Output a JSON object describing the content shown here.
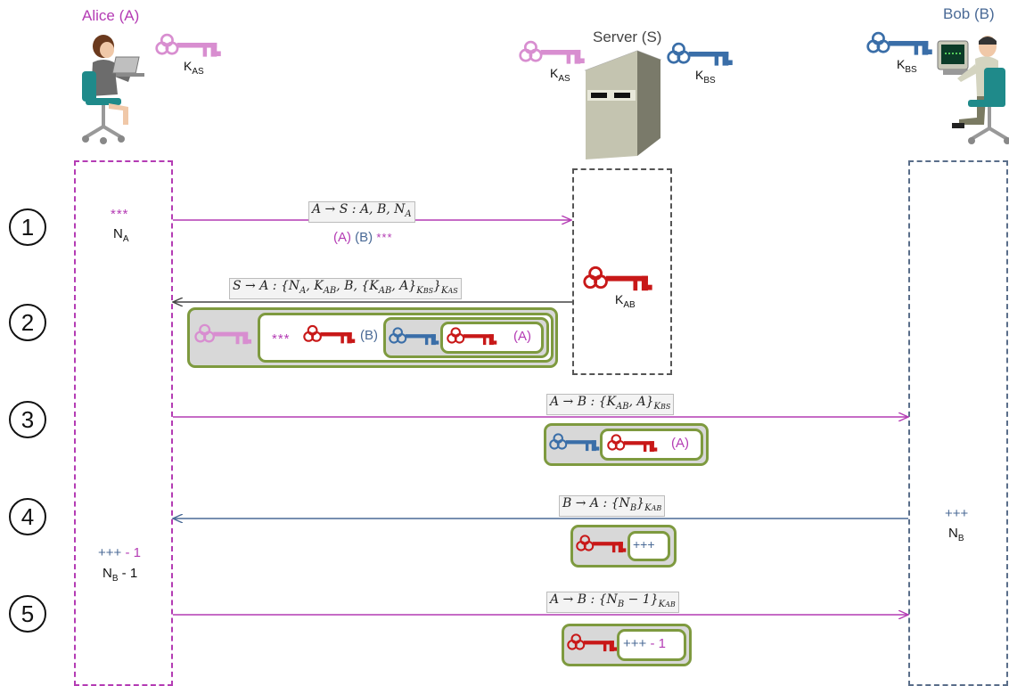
{
  "colors": {
    "alice": "#b43cb4",
    "bob": "#4a6a96",
    "server": "#444444",
    "kas_key": "#d88ed0",
    "kbs_key": "#3a6ea8",
    "kab_key": "#c81818",
    "envelope_border": "#7e9a3f"
  },
  "actors": {
    "alice": {
      "name": "Alice (A)",
      "key_label": "K",
      "key_sub": "AS",
      "icon": "person-laptop-icon"
    },
    "server": {
      "name": "Server (S)",
      "key1_label": "K",
      "key1_sub": "AS",
      "key2_label": "K",
      "key2_sub": "BS",
      "icon": "server-tower-icon"
    },
    "bob": {
      "name": "Bob (B)",
      "key_label": "K",
      "key_sub": "BS",
      "icon": "person-desktop-icon"
    }
  },
  "steps": [
    {
      "number": "1"
    },
    {
      "number": "2"
    },
    {
      "number": "3"
    },
    {
      "number": "4"
    },
    {
      "number": "5"
    }
  ],
  "alice_notes": {
    "nonce_stars": "***",
    "nonce_label": "N",
    "nonce_sub": "A",
    "reply_plus": "+++",
    "reply_minus": " - 1",
    "reply_label": "N",
    "reply_sub": "B",
    "reply_suffix": " - 1"
  },
  "server_notes": {
    "kab_label": "K",
    "kab_sub": "AB"
  },
  "bob_notes": {
    "nonce_plus": "+++",
    "nonce_label": "N",
    "nonce_sub": "B"
  },
  "messages": {
    "m1": {
      "pre": "A → S : A, B, N",
      "sub": "A",
      "content_a": "(A)",
      "content_b": "(B)",
      "content_stars": "***"
    },
    "m2": {
      "pre": "S → A : {N",
      "sub1": "A",
      "mid1": ", K",
      "sub2": "AB",
      "mid2": ", B, {K",
      "sub3": "AB",
      "mid3": ", A}",
      "sub4": "K",
      "sub4b": "BS",
      "mid4": "}",
      "sub5": "K",
      "sub5b": "AS",
      "stars": "***",
      "b_label": "(B)",
      "a_label": "(A)"
    },
    "m3": {
      "pre": "A → B : {K",
      "sub1": "AB",
      "mid1": ", A}",
      "sub2": "K",
      "sub2b": "BS",
      "a_label": "(A)"
    },
    "m4": {
      "pre": "B → A : {N",
      "sub1": "B",
      "mid1": "}",
      "sub2": "K",
      "sub2b": "AB",
      "plus": "+++"
    },
    "m5": {
      "pre": "A → B : {N",
      "sub1": "B",
      "mid1": " − 1}",
      "sub2": "K",
      "sub2b": "AB",
      "plus": "+++",
      "minus": " - 1"
    }
  }
}
